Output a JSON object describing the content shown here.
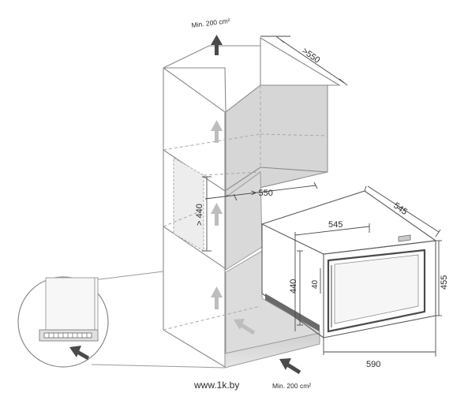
{
  "labels": {
    "vent_top": "Min. 200 cm²",
    "vent_bottom": "Min. 200 cm²",
    "depth_cabinet": ">550",
    "depth_shelf": "> 550",
    "niche_height": "> 440",
    "app_depth_body": "545",
    "app_depth_total": "545",
    "app_height_body": "440",
    "app_height_total": "455",
    "app_width": "590",
    "door_gap": "40",
    "watermark": "www.1k.by"
  },
  "colors": {
    "panel_grey": "#d9d9d9",
    "arrow_dark": "#4a4a4a",
    "arrow_light": "#bdbdbd"
  }
}
